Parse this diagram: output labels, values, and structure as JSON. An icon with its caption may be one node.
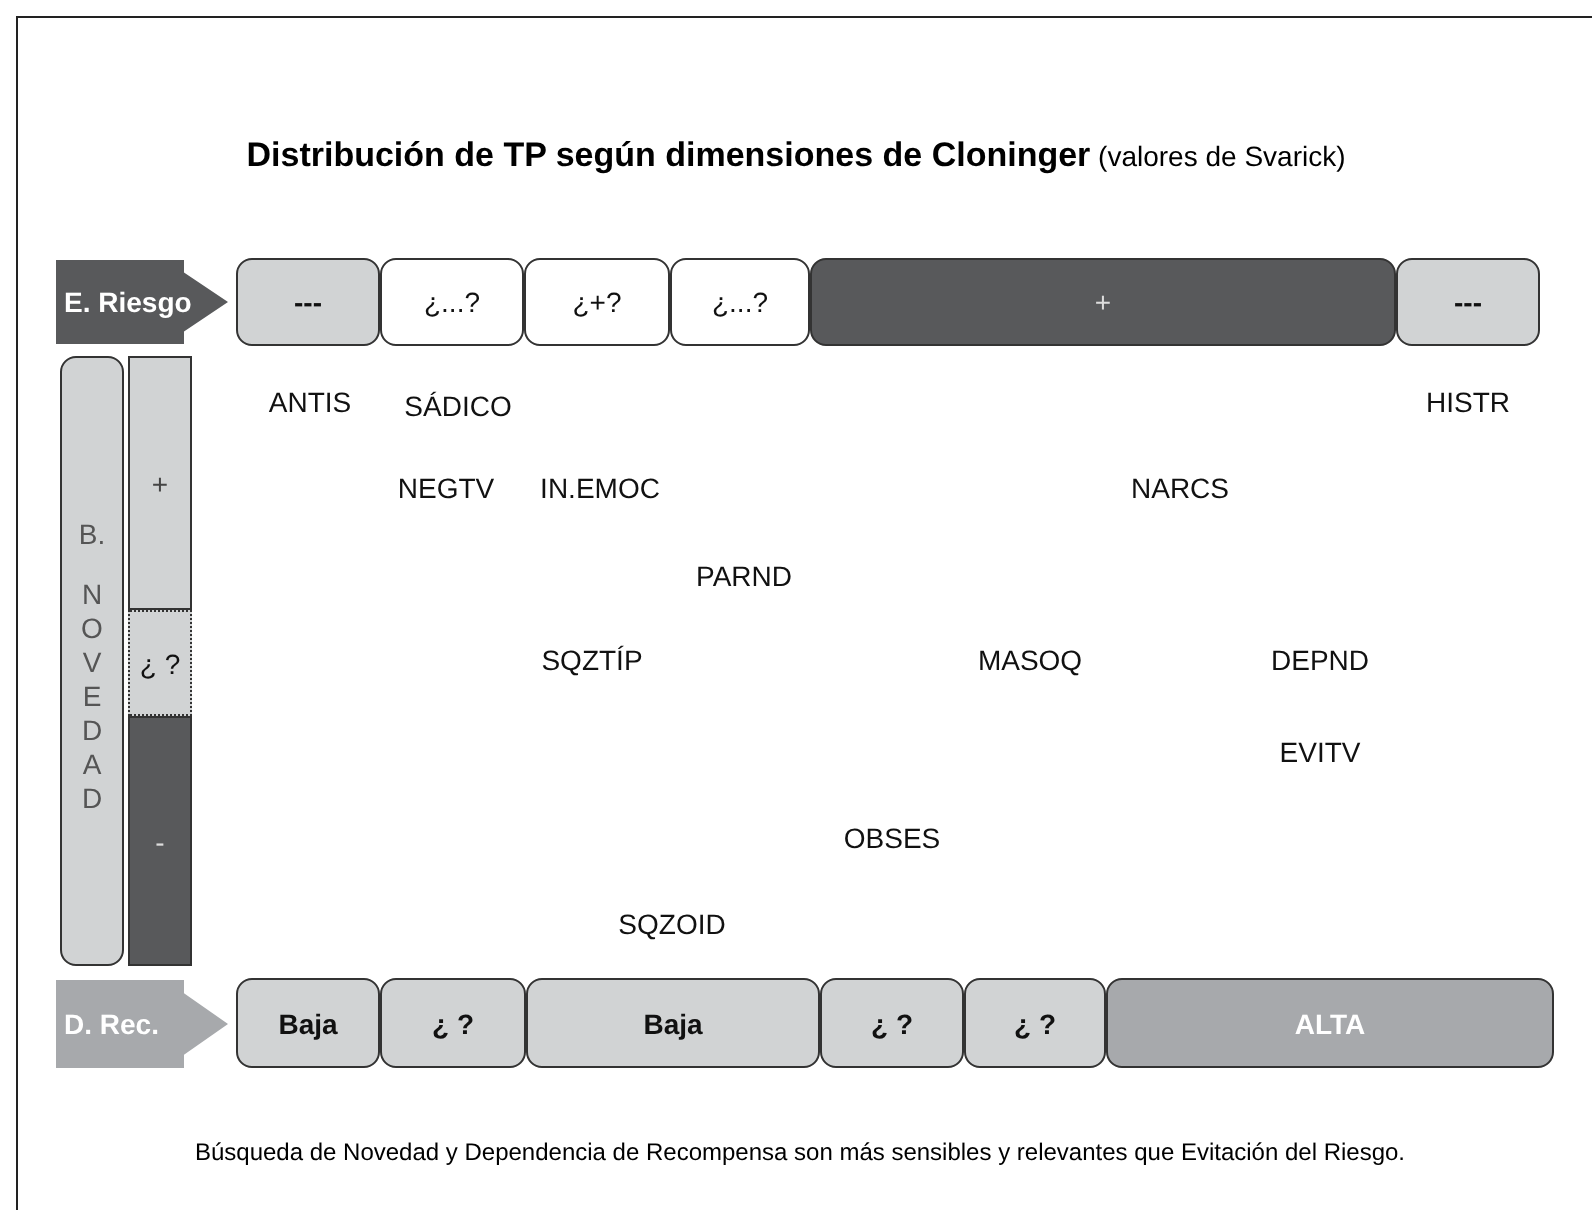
{
  "diagram": {
    "title": "**Distribución de TP según dimensiones de Cloninger** (valores de Svarick)",
    "nodes": [
      {
        "text": [
          "E. Riesgo"
        ]
      },
      {
        "text": [
          "---"
        ]
      },
      {
        "text": [
          "¿...?"
        ]
      },
      {
        "text": [
          "¿+?"
        ]
      },
      {
        "text": [
          "¿...?"
        ]
      },
      {
        "text": [
          "+"
        ]
      },
      {
        "text": [
          "---"
        ]
      },
      {
        "text": [
          "B.",
          "NOVEDAD"
        ]
      },
      {
        "text": [
          "+"
        ]
      },
      {
        "text": [
          "¿ ?"
        ]
      },
      {
        "text": [
          "-"
        ]
      },
      {
        "text": [
          "D. Rec."
        ]
      },
      {
        "text": [
          "Baja"
        ]
      },
      {
        "text": [
          "¿ ?"
        ]
      },
      {
        "text": [
          "Baja"
        ]
      },
      {
        "text": [
          "¿ ?"
        ]
      },
      {
        "text": [
          "¿ ?"
        ]
      },
      {
        "text": [
          "ALTA"
        ]
      }
    ],
    "edges": [],
    "labels": [
      "ANTIS",
      "SÁDICO",
      "HISTR",
      "NEGTV",
      "IN.EMOC",
      "NARCS",
      "PARND",
      "SQZTÍP",
      "MASOQ",
      "DEPND",
      "EVITV",
      "OBSES",
      "SQZOID"
    ],
    "caption": "Búsqueda de Novedad y Dependencia de Recompensa son más sensibles y relevantes que Evitación del Riesgo."
  }
}
